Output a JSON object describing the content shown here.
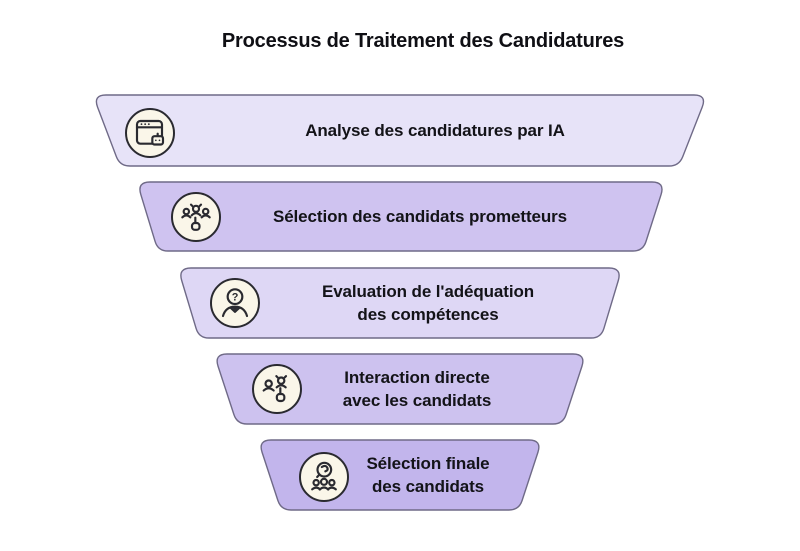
{
  "title": "Processus de Traitement des Candidatures",
  "colors": {
    "background": "#ffffff",
    "title_text": "#0f0f14",
    "stage_text": "#131318",
    "stage_border": "#6f6a87",
    "icon_circle_fill": "#faf6e9",
    "icon_stroke": "#2a2a30"
  },
  "stages": [
    {
      "label_lines": [
        "Analyse des candidatures par IA"
      ],
      "icon": "ai-application-analysis-icon",
      "fill_color": "#e7e3f8"
    },
    {
      "label_lines": [
        "Sélection des candidats prometteurs"
      ],
      "icon": "promising-candidates-icon",
      "fill_color": "#cfc3f0"
    },
    {
      "label_lines": [
        "Evaluation de l'adéquation",
        "des compétences"
      ],
      "icon": "skills-assessment-icon",
      "fill_color": "#ded7f5"
    },
    {
      "label_lines": [
        "Interaction directe",
        "avec les candidats"
      ],
      "icon": "direct-interaction-icon",
      "fill_color": "#cdc2ef"
    },
    {
      "label_lines": [
        "Sélection finale",
        "des candidats"
      ],
      "icon": "final-selection-icon",
      "fill_color": "#c2b5ec"
    }
  ]
}
